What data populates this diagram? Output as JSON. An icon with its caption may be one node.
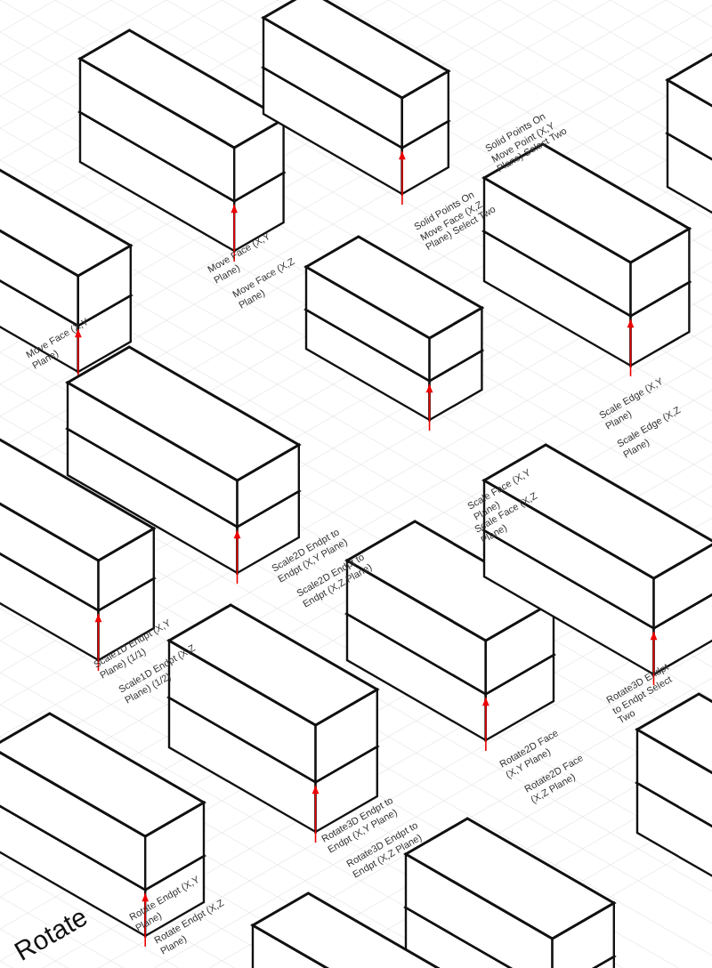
{
  "diagram": {
    "labels": [
      "Solid Points On Move Point (X,Y Plane) Select Two",
      "Solid Points On Move Face (X,Z Plane) Select Two",
      "Move Face (X,Y Plane)",
      "Move Face (X,Z Plane)",
      "Move Face (X,Y Plane)",
      "Scale Edge (X,Y Plane)",
      "Scale Edge (X,Z Plane)",
      "Scale Face (X,Y Plane)",
      "Scale Face (X,Z Plane)",
      "Scale2D Endpt to Endpt (X,Y Plane)",
      "Scale2D Endpt to Endpt (X,Z Plane)",
      "Scale1D Endpt (X,Y Plane) (1/1)",
      "Scale1D Endpt (X,Z Plane) (1/2)",
      "Rotate3D Endpt to Endpt Select Two",
      "Rotate2D Face (X,Y Plane)",
      "Rotate2D Face (X,Z Plane)",
      "Rotate3D Endpt to Endpt (X,Y Plane)",
      "Rotate3D Endpt to Endpt (X,Z Plane)",
      "Rotate",
      "Rotate Endpt (X,Y Plane)",
      "Rotate Endpt (X,Z Plane)"
    ]
  }
}
